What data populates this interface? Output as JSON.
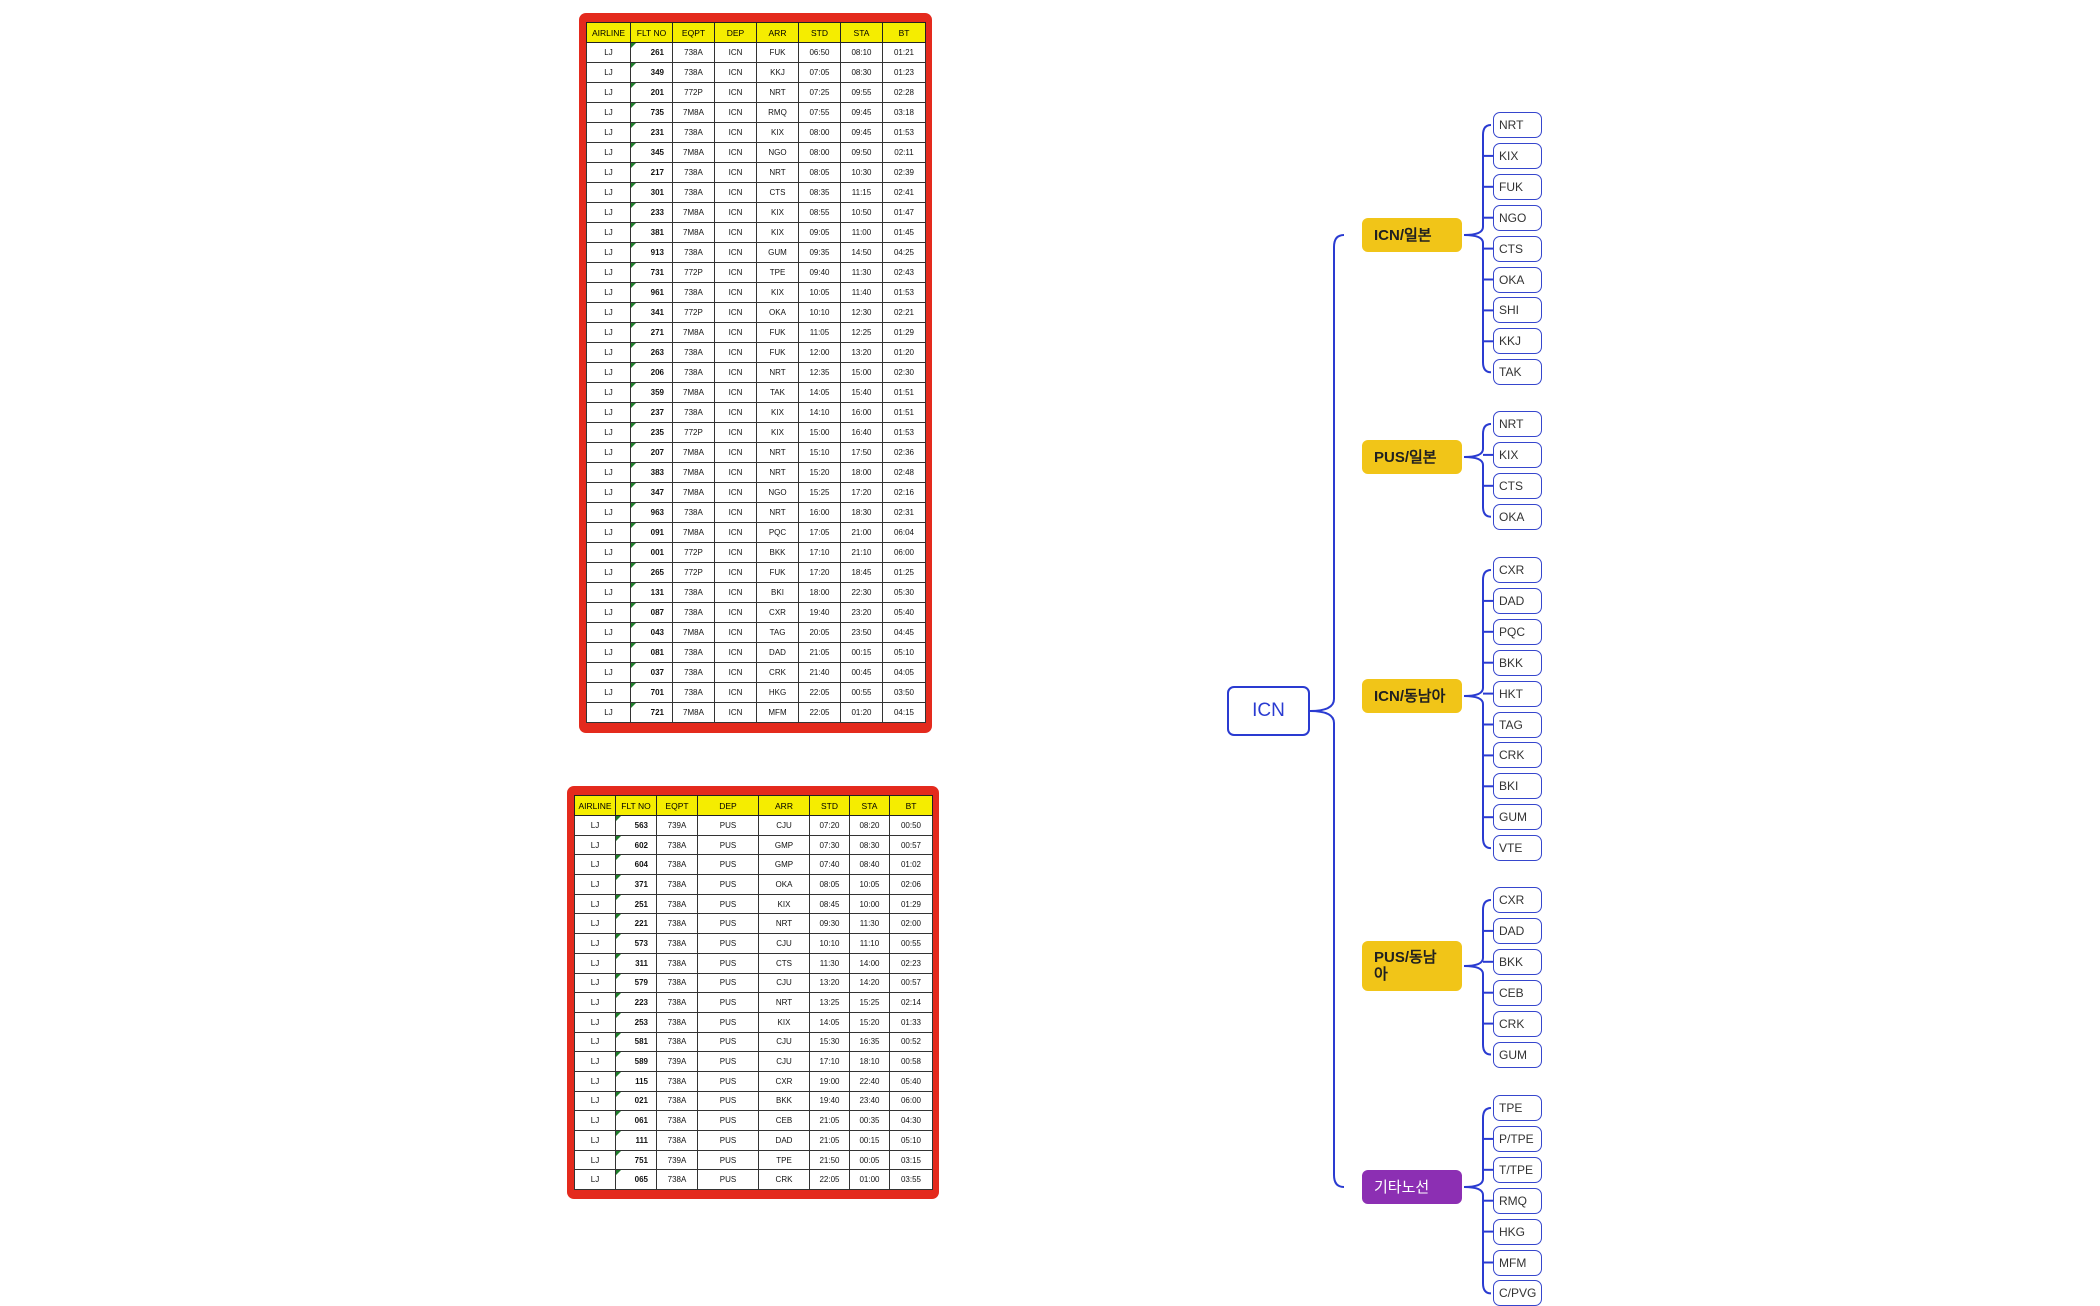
{
  "icn_table": {
    "headers": [
      "AIRLINE",
      "FLT NO",
      "EQPT",
      "DEP",
      "ARR",
      "STD",
      "STA",
      "BT"
    ],
    "rows": [
      [
        "LJ",
        "261",
        "738A",
        "ICN",
        "FUK",
        "06:50",
        "08:10",
        "01:21"
      ],
      [
        "LJ",
        "349",
        "738A",
        "ICN",
        "KKJ",
        "07:05",
        "08:30",
        "01:23"
      ],
      [
        "LJ",
        "201",
        "772P",
        "ICN",
        "NRT",
        "07:25",
        "09:55",
        "02:28"
      ],
      [
        "LJ",
        "735",
        "7M8A",
        "ICN",
        "RMQ",
        "07:55",
        "09:45",
        "03:18"
      ],
      [
        "LJ",
        "231",
        "738A",
        "ICN",
        "KIX",
        "08:00",
        "09:45",
        "01:53"
      ],
      [
        "LJ",
        "345",
        "7M8A",
        "ICN",
        "NGO",
        "08:00",
        "09:50",
        "02:11"
      ],
      [
        "LJ",
        "217",
        "738A",
        "ICN",
        "NRT",
        "08:05",
        "10:30",
        "02:39"
      ],
      [
        "LJ",
        "301",
        "738A",
        "ICN",
        "CTS",
        "08:35",
        "11:15",
        "02:41"
      ],
      [
        "LJ",
        "233",
        "7M8A",
        "ICN",
        "KIX",
        "08:55",
        "10:50",
        "01:47"
      ],
      [
        "LJ",
        "381",
        "7M8A",
        "ICN",
        "KIX",
        "09:05",
        "11:00",
        "01:45"
      ],
      [
        "LJ",
        "913",
        "738A",
        "ICN",
        "GUM",
        "09:35",
        "14:50",
        "04:25"
      ],
      [
        "LJ",
        "731",
        "772P",
        "ICN",
        "TPE",
        "09:40",
        "11:30",
        "02:43"
      ],
      [
        "LJ",
        "961",
        "738A",
        "ICN",
        "KIX",
        "10:05",
        "11:40",
        "01:53"
      ],
      [
        "LJ",
        "341",
        "772P",
        "ICN",
        "OKA",
        "10:10",
        "12:30",
        "02:21"
      ],
      [
        "LJ",
        "271",
        "7M8A",
        "ICN",
        "FUK",
        "11:05",
        "12:25",
        "01:29"
      ],
      [
        "LJ",
        "263",
        "738A",
        "ICN",
        "FUK",
        "12:00",
        "13:20",
        "01:20"
      ],
      [
        "LJ",
        "206",
        "738A",
        "ICN",
        "NRT",
        "12:35",
        "15:00",
        "02:30"
      ],
      [
        "LJ",
        "359",
        "7M8A",
        "ICN",
        "TAK",
        "14:05",
        "15:40",
        "01:51"
      ],
      [
        "LJ",
        "237",
        "738A",
        "ICN",
        "KIX",
        "14:10",
        "16:00",
        "01:51"
      ],
      [
        "LJ",
        "235",
        "772P",
        "ICN",
        "KIX",
        "15:00",
        "16:40",
        "01:53"
      ],
      [
        "LJ",
        "207",
        "7M8A",
        "ICN",
        "NRT",
        "15:10",
        "17:50",
        "02:36"
      ],
      [
        "LJ",
        "383",
        "7M8A",
        "ICN",
        "NRT",
        "15:20",
        "18:00",
        "02:48"
      ],
      [
        "LJ",
        "347",
        "7M8A",
        "ICN",
        "NGO",
        "15:25",
        "17:20",
        "02:16"
      ],
      [
        "LJ",
        "963",
        "738A",
        "ICN",
        "NRT",
        "16:00",
        "18:30",
        "02:31"
      ],
      [
        "LJ",
        "091",
        "7M8A",
        "ICN",
        "PQC",
        "17:05",
        "21:00",
        "06:04"
      ],
      [
        "LJ",
        "001",
        "772P",
        "ICN",
        "BKK",
        "17:10",
        "21:10",
        "06:00"
      ],
      [
        "LJ",
        "265",
        "772P",
        "ICN",
        "FUK",
        "17:20",
        "18:45",
        "01:25"
      ],
      [
        "LJ",
        "131",
        "738A",
        "ICN",
        "BKI",
        "18:00",
        "22:30",
        "05:30"
      ],
      [
        "LJ",
        "087",
        "738A",
        "ICN",
        "CXR",
        "19:40",
        "23:20",
        "05:40"
      ],
      [
        "LJ",
        "043",
        "7M8A",
        "ICN",
        "TAG",
        "20:05",
        "23:50",
        "04:45"
      ],
      [
        "LJ",
        "081",
        "738A",
        "ICN",
        "DAD",
        "21:05",
        "00:15",
        "05:10"
      ],
      [
        "LJ",
        "037",
        "738A",
        "ICN",
        "CRK",
        "21:40",
        "00:45",
        "04:05"
      ],
      [
        "LJ",
        "701",
        "738A",
        "ICN",
        "HKG",
        "22:05",
        "00:55",
        "03:50"
      ],
      [
        "LJ",
        "721",
        "7M8A",
        "ICN",
        "MFM",
        "22:05",
        "01:20",
        "04:15"
      ]
    ]
  },
  "pus_table": {
    "headers": [
      "AIRLINE",
      "FLT NO",
      "EQPT",
      "DEP",
      "ARR",
      "STD",
      "STA",
      "BT"
    ],
    "rows": [
      [
        "LJ",
        "563",
        "739A",
        "PUS",
        "CJU",
        "07:20",
        "08:20",
        "00:50"
      ],
      [
        "LJ",
        "602",
        "738A",
        "PUS",
        "GMP",
        "07:30",
        "08:30",
        "00:57"
      ],
      [
        "LJ",
        "604",
        "738A",
        "PUS",
        "GMP",
        "07:40",
        "08:40",
        "01:02"
      ],
      [
        "LJ",
        "371",
        "738A",
        "PUS",
        "OKA",
        "08:05",
        "10:05",
        "02:06"
      ],
      [
        "LJ",
        "251",
        "738A",
        "PUS",
        "KIX",
        "08:45",
        "10:00",
        "01:29"
      ],
      [
        "LJ",
        "221",
        "738A",
        "PUS",
        "NRT",
        "09:30",
        "11:30",
        "02:00"
      ],
      [
        "LJ",
        "573",
        "738A",
        "PUS",
        "CJU",
        "10:10",
        "11:10",
        "00:55"
      ],
      [
        "LJ",
        "311",
        "738A",
        "PUS",
        "CTS",
        "11:30",
        "14:00",
        "02:23"
      ],
      [
        "LJ",
        "579",
        "738A",
        "PUS",
        "CJU",
        "13:20",
        "14:20",
        "00:57"
      ],
      [
        "LJ",
        "223",
        "738A",
        "PUS",
        "NRT",
        "13:25",
        "15:25",
        "02:14"
      ],
      [
        "LJ",
        "253",
        "738A",
        "PUS",
        "KIX",
        "14:05",
        "15:20",
        "01:33"
      ],
      [
        "LJ",
        "581",
        "738A",
        "PUS",
        "CJU",
        "15:30",
        "16:35",
        "00:52"
      ],
      [
        "LJ",
        "589",
        "739A",
        "PUS",
        "CJU",
        "17:10",
        "18:10",
        "00:58"
      ],
      [
        "LJ",
        "115",
        "738A",
        "PUS",
        "CXR",
        "19:00",
        "22:40",
        "05:40"
      ],
      [
        "LJ",
        "021",
        "738A",
        "PUS",
        "BKK",
        "19:40",
        "23:40",
        "06:00"
      ],
      [
        "LJ",
        "061",
        "738A",
        "PUS",
        "CEB",
        "21:05",
        "00:35",
        "04:30"
      ],
      [
        "LJ",
        "111",
        "738A",
        "PUS",
        "DAD",
        "21:05",
        "00:15",
        "05:10"
      ],
      [
        "LJ",
        "751",
        "739A",
        "PUS",
        "TPE",
        "21:50",
        "00:05",
        "03:15"
      ],
      [
        "LJ",
        "065",
        "738A",
        "PUS",
        "CRK",
        "22:05",
        "01:00",
        "03:55"
      ]
    ]
  },
  "mindmap": {
    "root": "ICN",
    "branches": [
      {
        "label": "ICN/일본",
        "color": "#f1c518",
        "leaves": [
          "NRT",
          "KIX",
          "FUK",
          "NGO",
          "CTS",
          "OKA",
          "SHI",
          "KKJ",
          "TAK"
        ]
      },
      {
        "label": "PUS/일본",
        "color": "#f1c518",
        "leaves": [
          "NRT",
          "KIX",
          "CTS",
          "OKA"
        ]
      },
      {
        "label": "ICN/동남아",
        "color": "#f1c518",
        "leaves": [
          "CXR",
          "DAD",
          "PQC",
          "BKK",
          "HKT",
          "TAG",
          "CRK",
          "BKI",
          "GUM",
          "VTE"
        ]
      },
      {
        "label": "PUS/동남아",
        "color": "#f1c518",
        "leaves": [
          "CXR",
          "DAD",
          "BKK",
          "CEB",
          "CRK",
          "GUM"
        ]
      },
      {
        "label": "기타노선",
        "color": "#8c2fb3",
        "leaves": [
          "TPE",
          "P/TPE",
          "T/TPE",
          "RMQ",
          "HKG",
          "MFM",
          "C/PVG"
        ]
      }
    ]
  }
}
